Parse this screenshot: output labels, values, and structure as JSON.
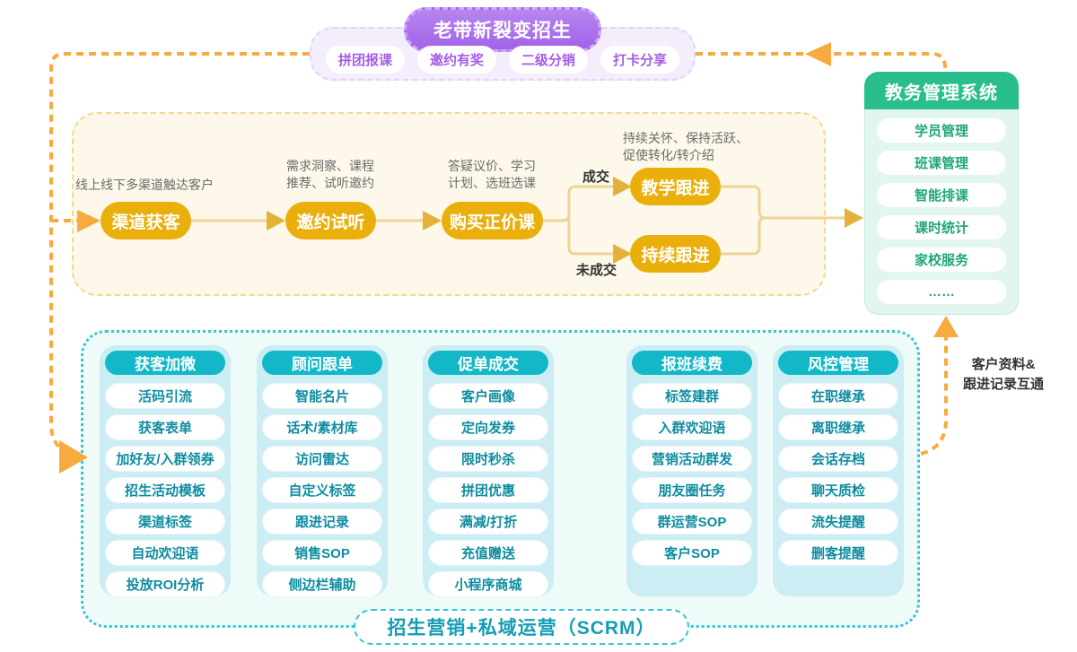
{
  "banner": {
    "title": "老带新裂变招生",
    "pills": [
      "拼团报课",
      "邀约有奖",
      "二级分销",
      "打卡分享"
    ]
  },
  "flow": {
    "nodes": [
      {
        "label": "渠道获客",
        "note": "线上线下多渠道触达客户"
      },
      {
        "label": "邀约试听",
        "note": "需求洞察、课程\n推荐、试听邀约"
      },
      {
        "label": "购买正价课",
        "note": "答疑议价、学习\n计划、选班选课"
      },
      {
        "label": "教学跟进",
        "note": "持续关怀、保持活跃、\n促使转化/转介绍"
      },
      {
        "label": "持续跟进",
        "note": ""
      }
    ],
    "branch_labels": {
      "win": "成交",
      "lose": "未成交"
    }
  },
  "edu_panel": {
    "title": "教务管理系统",
    "items": [
      "学员管理",
      "班课管理",
      "智能排课",
      "课时统计",
      "家校服务",
      "……"
    ]
  },
  "scrm": {
    "footer": "招生营销+私域运营（SCRM）",
    "columns": [
      {
        "title": "获客加微",
        "items": [
          "活码引流",
          "获客表单",
          "加好友/入群领券",
          "招生活动模板",
          "渠道标签",
          "自动欢迎语",
          "投放ROI分析"
        ]
      },
      {
        "title": "顾问跟单",
        "items": [
          "智能名片",
          "话术/素材库",
          "访问雷达",
          "自定义标签",
          "跟进记录",
          "销售SOP",
          "侧边栏辅助"
        ]
      },
      {
        "title": "促单成交",
        "items": [
          "客户画像",
          "定向发券",
          "限时秒杀",
          "拼团优惠",
          "满减/打折",
          "充值赠送",
          "小程序商城"
        ]
      },
      {
        "title": "报班续费",
        "items": [
          "标签建群",
          "入群欢迎语",
          "营销活动群发",
          "朋友圈任务",
          "群运营SOP",
          "客户SOP"
        ]
      },
      {
        "title": "风控管理",
        "items": [
          "在职继承",
          "离职继承",
          "会话存档",
          "聊天质检",
          "流失提醒",
          "删客提醒"
        ]
      }
    ]
  },
  "side_note": "客户资料&\n跟进记录互通",
  "colors": {
    "purple": "#A873EA",
    "purple_light": "#F4EDFC",
    "orange_dashed": "#F7AA3D",
    "node_gold": "#EAAF0B",
    "flow_bg": "#FDF8EA",
    "flow_line": "#ECD494",
    "flow_arrow": "#E4B23B",
    "green": "#2ABE8D",
    "green_light": "#E2F6EE",
    "green_text": "#1FA877",
    "teal": "#13B8C8",
    "teal_light": "#CBEDF3",
    "teal_text": "#0E8CA0",
    "scrm_bg": "#EFFBF8"
  }
}
